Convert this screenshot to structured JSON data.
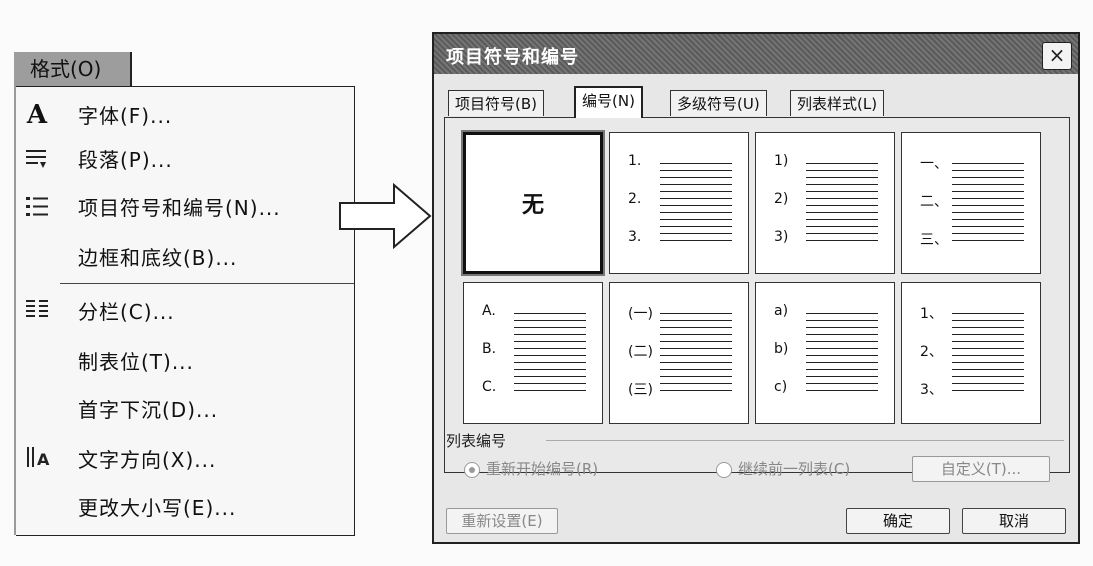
{
  "menu": {
    "title": "格式(O)",
    "items": [
      {
        "label": "字体(F)...",
        "icon": "font-icon"
      },
      {
        "label": "段落(P)...",
        "icon": "paragraph-icon"
      },
      {
        "label": "项目符号和编号(N)...",
        "icon": "bullets-icon"
      },
      {
        "label": "边框和底纹(B)...",
        "icon": ""
      },
      {
        "label": "分栏(C)...",
        "icon": "columns-icon"
      },
      {
        "label": "制表位(T)...",
        "icon": ""
      },
      {
        "label": "首字下沉(D)...",
        "icon": ""
      },
      {
        "label": "文字方向(X)...",
        "icon": "text-direction-icon"
      },
      {
        "label": "更改大小写(E)...",
        "icon": ""
      }
    ]
  },
  "dialog": {
    "title": "项目符号和编号",
    "close": "×",
    "tabs": [
      "项目符号(B)",
      "编号(N)",
      "多级符号(U)",
      "列表样式(L)"
    ],
    "active_tab": "编号(N)",
    "gallery": {
      "none_label": "无",
      "styles": [
        [
          "1.",
          "2.",
          "3."
        ],
        [
          "1)",
          "2)",
          "3)"
        ],
        [
          "一、",
          "二、",
          "三、"
        ],
        [
          "A.",
          "B.",
          "C."
        ],
        [
          "(一)",
          "(二)",
          "(三)"
        ],
        [
          "a)",
          "b)",
          "c)"
        ],
        [
          "1、",
          "2、",
          "3、"
        ]
      ]
    },
    "list_numbering_label": "列表编号",
    "restart_label": "重新开始编号(R)",
    "continue_label": "继续前一列表(C)",
    "customize_button": "自定义(T)...",
    "reset_button": "重新设置(E)",
    "ok_button": "确定",
    "cancel_button": "取消"
  }
}
